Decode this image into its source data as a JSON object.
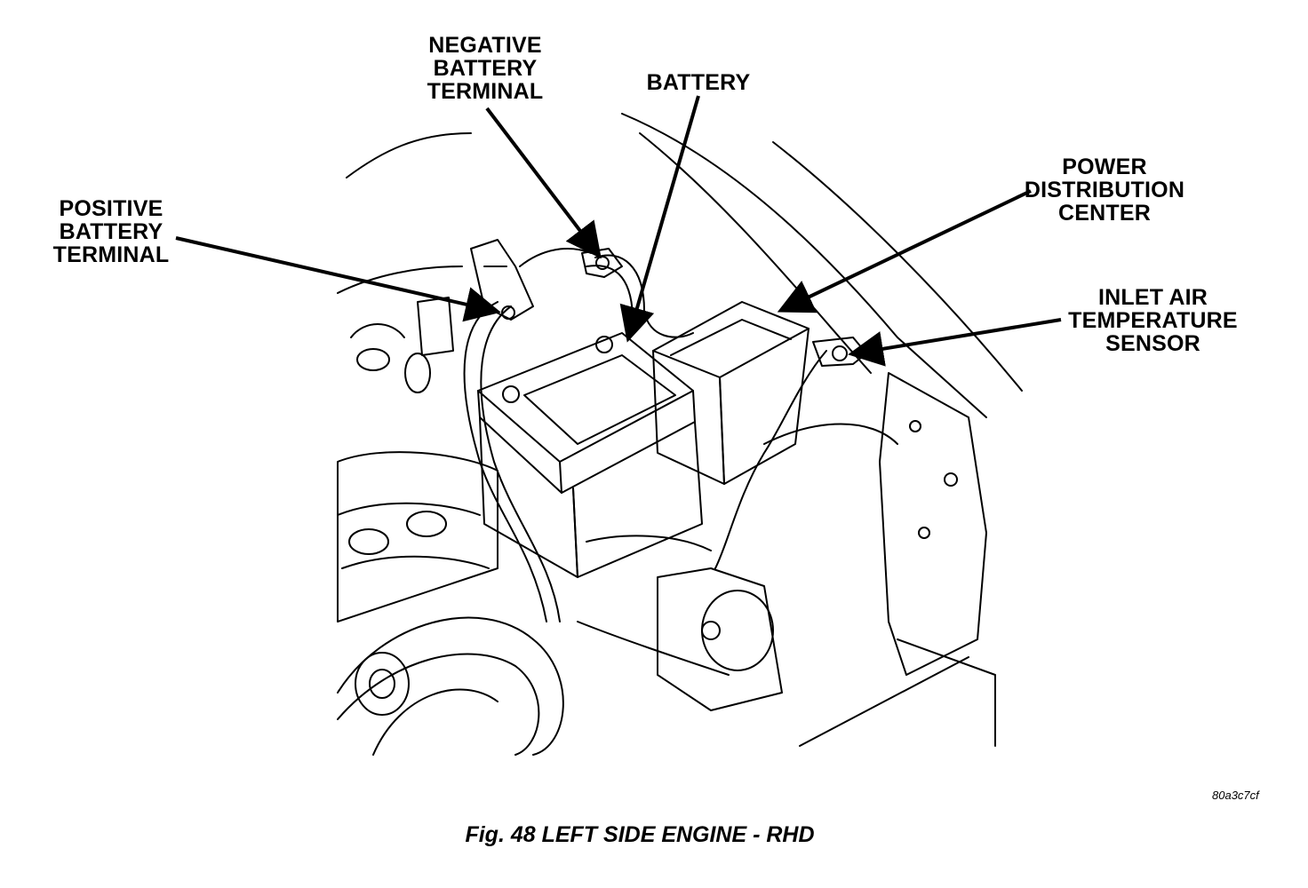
{
  "labels": {
    "negative_terminal": [
      "NEGATIVE",
      "BATTERY",
      "TERMINAL"
    ],
    "battery": [
      "BATTERY"
    ],
    "positive_terminal": [
      "POSITIVE",
      "BATTERY",
      "TERMINAL"
    ],
    "power_distribution_center": [
      "POWER",
      "DISTRIBUTION",
      "CENTER"
    ],
    "inlet_air_temp_sensor": [
      "INLET AIR",
      "TEMPERATURE",
      "SENSOR"
    ]
  },
  "reference_code": "80a3c7cf",
  "caption": "Fig. 48 LEFT SIDE ENGINE - RHD"
}
